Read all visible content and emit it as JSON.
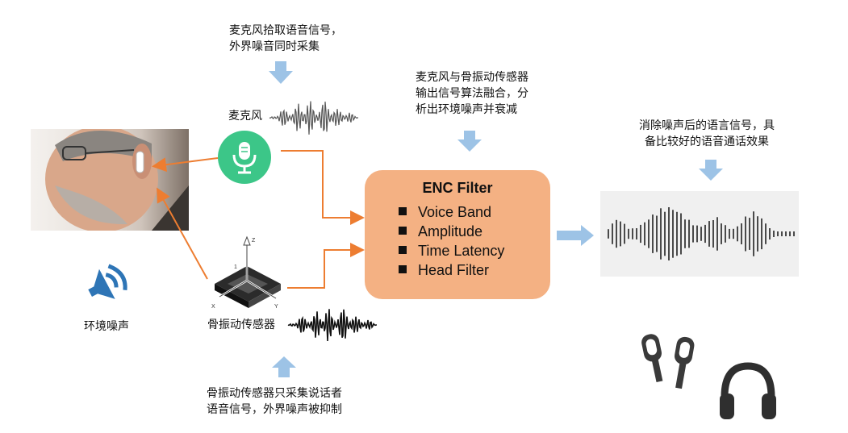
{
  "top_note": "麦克风拾取语音信号，\n外界噪音同时采集",
  "mic_label": "麦克风",
  "middle_note": "麦克风与骨振动传感器\n输出信号算法融合，分\n析出环境噪声并衰减",
  "right_note": "消除噪声后的语言信号，具\n备比较好的语音通话效果",
  "enc": {
    "title": "ENC Filter",
    "items": [
      "Voice Band",
      "Amplitude",
      "Time Latency",
      "Head Filter"
    ]
  },
  "noise_label": "环境噪声",
  "sensor_label": "骨振动传感器",
  "sensor_axes": {
    "z": "Z",
    "x": "X",
    "y": "Y",
    "one": "1"
  },
  "bottom_note": "骨振动传感器只采集说话者\n语音信号，外界噪声被抑制",
  "colors": {
    "accent_orange": "#ed7d31",
    "box_fill": "#f4b183",
    "arrow_blue": "#9dc3e6",
    "mic_green": "#3cc688",
    "speaker_blue": "#2e75b6"
  },
  "icons": [
    "microphone-icon",
    "speaker-icon",
    "earbuds-icon",
    "headphones-icon",
    "accelerometer-chip-icon"
  ]
}
